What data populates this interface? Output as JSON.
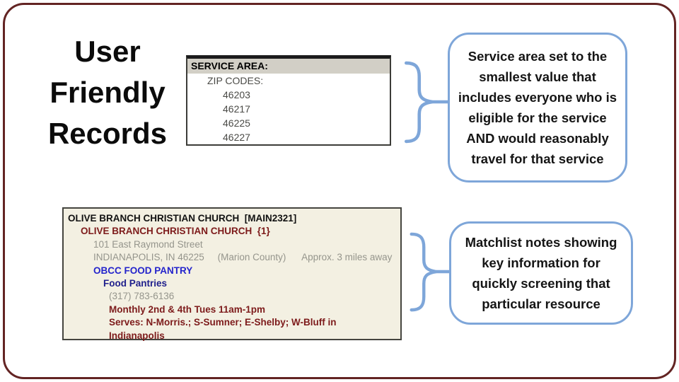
{
  "slide": {
    "colors": {
      "frame_maroon": "#632423",
      "callout_blue": "#7EA6D9",
      "record_maroon_text": "#7D1B1B",
      "record_blue_text": "#2424CC",
      "record_navy_text": "#20208C",
      "record_gray_text": "#95958C",
      "record_box_bg": "#F3F0E2",
      "service_header_bg": "#D2CFC6"
    }
  },
  "title": {
    "lines": [
      "User",
      "Friendly",
      "Records"
    ]
  },
  "service_area_box": {
    "header": "SERVICE AREA:",
    "sub_header": "ZIP CODES:",
    "zip_codes": [
      "46203",
      "46217",
      "46225",
      "46227"
    ]
  },
  "service_callout": {
    "lines": [
      "Service area set to the",
      "smallest value that",
      "includes everyone who is",
      "eligible for the service",
      "AND would reasonably",
      "travel for that service"
    ]
  },
  "matchlist_callout": {
    "lines": [
      "Matchlist notes showing",
      "key information for",
      "quickly screening that",
      "particular resource"
    ]
  },
  "record_box": {
    "lines": [
      "OLIVE BRANCH CHRISTIAN CHURCH  [MAIN2321]",
      "OLIVE BRANCH CHRISTIAN CHURCH  {1}",
      "101 East Raymond Street",
      "INDIANAPOLIS, IN 46225     (Marion County)      Approx. 3 miles away",
      "OBCC FOOD PANTRY",
      "Food Pantries",
      "(317) 783-6136",
      "Monthly 2nd & 4th Tues 11am-1pm",
      "Serves: N-Morris.; S-Sumner; E-Shelby; W-Bluff in",
      "Indianapolis"
    ]
  }
}
